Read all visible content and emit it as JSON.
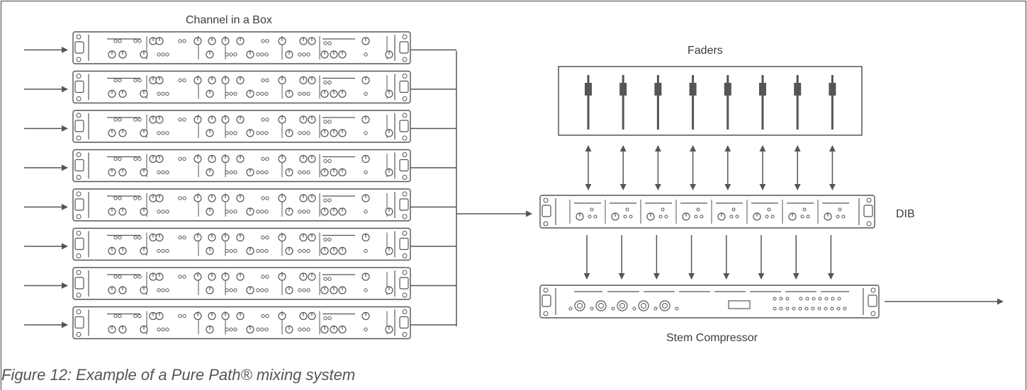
{
  "labels": {
    "channel_in_a_box": "Channel in a Box",
    "faders": "Faders",
    "dib": "DIB",
    "stem_compressor": "Stem Compressor"
  },
  "caption": "Figure 12: Example of a Pure Path® mixing system",
  "counts": {
    "channel_units": 8,
    "faders": 8
  },
  "colors": {
    "stroke": "#555555",
    "text": "#3c3c3c",
    "caption": "#555555"
  }
}
